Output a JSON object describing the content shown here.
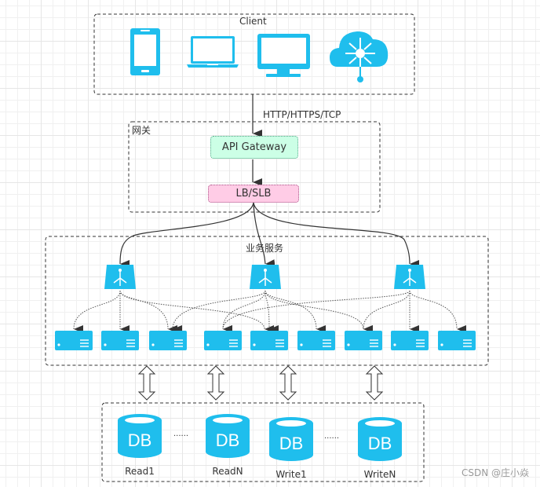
{
  "client": {
    "title": "Client",
    "icons": [
      "mobile-phone-icon",
      "laptop-icon",
      "desktop-monitor-icon",
      "cloud-network-icon"
    ]
  },
  "edge_client_gateway": {
    "label": "HTTP/HTTPS/TCP"
  },
  "gateway": {
    "title": "网关",
    "api_gateway": {
      "label": "API Gateway",
      "fill": "#ccffe6"
    },
    "lb": {
      "label": "LB/SLB",
      "fill": "#ffcce6"
    }
  },
  "services": {
    "title": "业务服务",
    "load_balancer_count": 3,
    "server_count": 9,
    "accent": "#1fbeed"
  },
  "databases": {
    "items": [
      {
        "label": "Read1",
        "icon_text": "DB"
      },
      {
        "label": "ReadN",
        "icon_text": "DB"
      },
      {
        "label": "Write1",
        "icon_text": "DB"
      },
      {
        "label": "WriteN",
        "icon_text": "DB"
      }
    ],
    "ellipsis": "......"
  },
  "watermark": "CSDN @庄小焱",
  "colors": {
    "accent": "#1fbeed",
    "line": "#333333"
  }
}
